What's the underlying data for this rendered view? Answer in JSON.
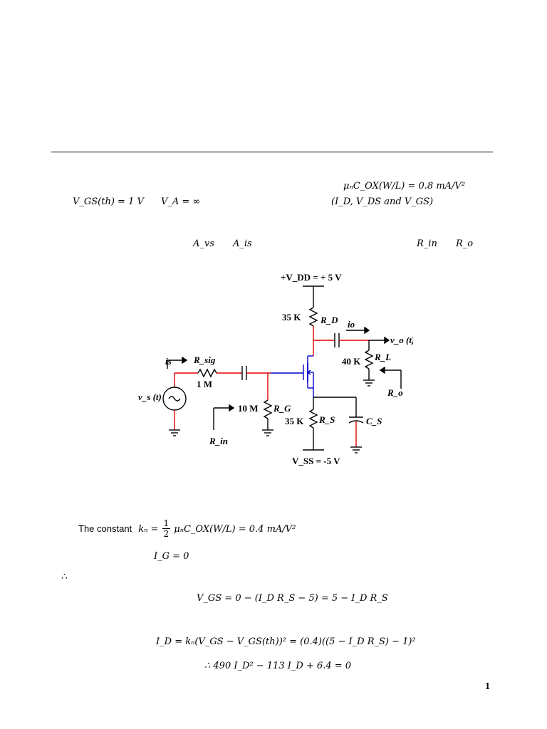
{
  "given": {
    "munCox": "μₙC_OX(W/L) = 0.8 mA/V²",
    "vgs_th": "V_GS(th) = 1 V",
    "va": "V_A = ∞",
    "find_dc": "(I_D, V_DS and V_GS)",
    "avs": "A_vs",
    "ais": "A_is",
    "rin": "R_in",
    "ro": "R_o"
  },
  "circuit": {
    "vdd": "+V_DD = + 5 V",
    "rd_val": "35 K",
    "rd_name": "R_D",
    "io": "io",
    "vo": "v_o (t)",
    "rl_val": "40 K",
    "rl_name": "R_L",
    "is": "is",
    "rsig_name": "R_sig",
    "rsig_val": "1 M",
    "vs": "v_s (t)",
    "rg_val": "10 M",
    "rg_name": "R_G",
    "rs_val": "35 K",
    "rs_name": "R_S",
    "cs": "C_S",
    "ro_label": "R_o",
    "rin_label": "R_in",
    "vss": "V_SS = -5 V"
  },
  "solution": {
    "kn_prefix": "The constant",
    "kn_lhs": "kₙ =",
    "kn_frac_top": "1",
    "kn_frac_bot": "2",
    "kn_rhs": "μₙC_OX(W/L) = 0.4 mA/V²",
    "ig": "I_G = 0",
    "therefore": "∴",
    "vgs_eq": "V_GS = 0 − (I_D R_S − 5) = 5 − I_D R_S",
    "id_eq": "I_D = kₙ(V_GS − V_GS(th))² = (0.4)((5 − I_D R_S) − 1)²",
    "quad_eq": "∴ 490 I_D² − 113 I_D + 6.4 = 0"
  },
  "page_number": "1"
}
